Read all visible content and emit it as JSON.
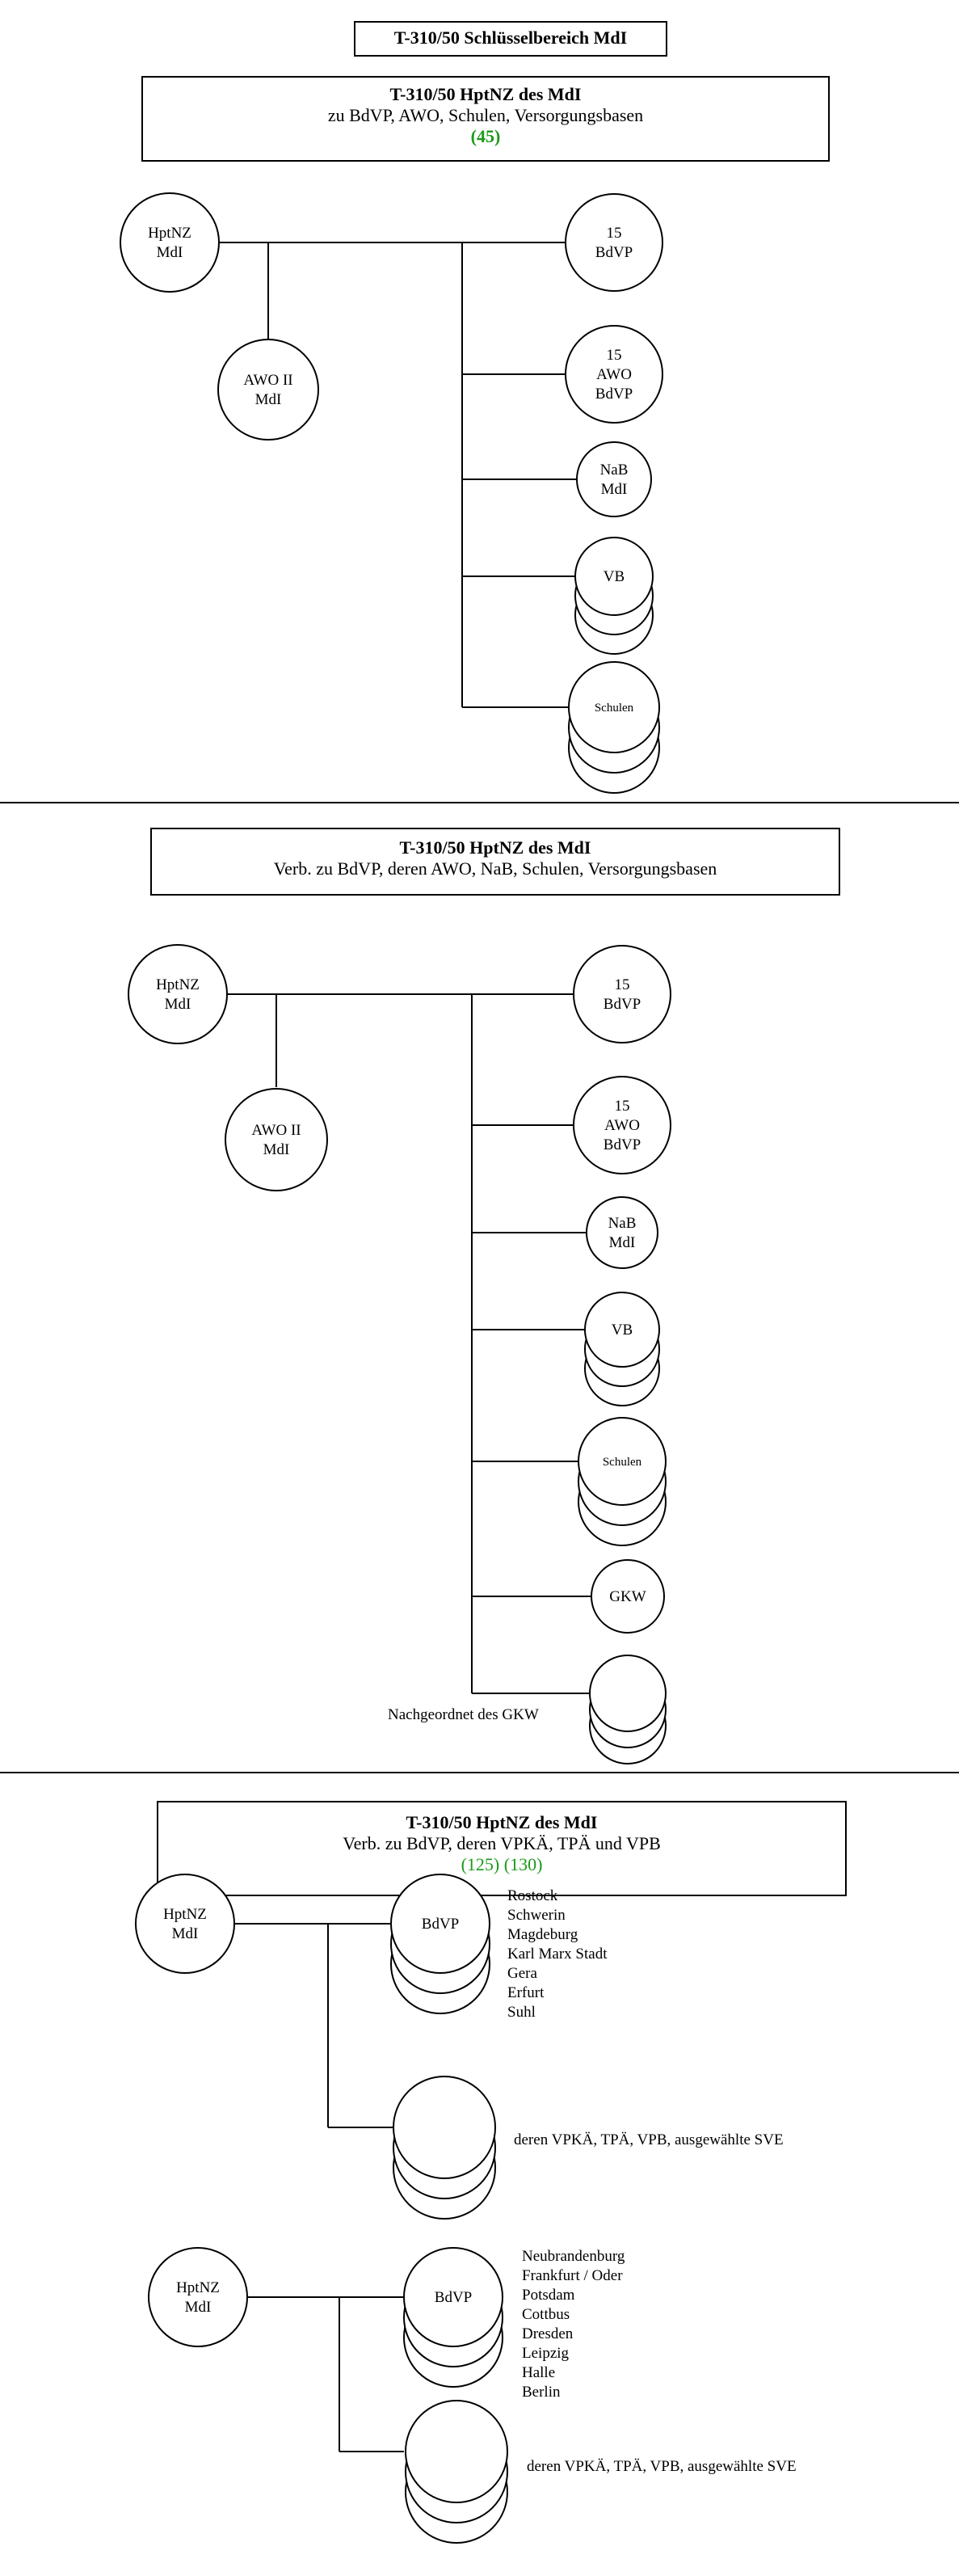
{
  "page_title": "T-310/50 Schlüsselbereich MdI",
  "section1": {
    "header_title": "T-310/50 HptNZ des MdI",
    "header_subtitle": "zu BdVP, AWO, Schulen, Versorgungsbasen",
    "header_count": "(45)",
    "nodes": {
      "hptnz": [
        "HptNZ",
        "MdI"
      ],
      "awo2": [
        "AWO II",
        "MdI"
      ],
      "bdvp": [
        "15",
        "BdVP"
      ],
      "awo_bdvp": [
        "15",
        "AWO",
        "BdVP"
      ],
      "nab": [
        "NaB",
        "MdI"
      ],
      "vb": [
        "VB"
      ],
      "schulen": [
        "Schulen"
      ]
    }
  },
  "section2": {
    "header_title": "T-310/50 HptNZ des MdI",
    "header_subtitle": "Verb. zu BdVP, deren AWO, NaB, Schulen, Versorgungsbasen",
    "nodes": {
      "hptnz": [
        "HptNZ",
        "MdI"
      ],
      "awo2": [
        "AWO II",
        "MdI"
      ],
      "bdvp": [
        "15",
        "BdVP"
      ],
      "awo_bdvp": [
        "15",
        "AWO",
        "BdVP"
      ],
      "nab": [
        "NaB",
        "MdI"
      ],
      "vb": [
        "VB"
      ],
      "schulen": [
        "Schulen"
      ],
      "gkw": [
        "GKW"
      ]
    },
    "nachgeordnet_label": "Nachgeordnet des GKW"
  },
  "section3": {
    "header_title": "T-310/50 HptNZ des MdI",
    "header_subtitle": "Verb. zu BdVP, deren VPKÄ, TPÄ und VPB",
    "header_count": "(125) (130)",
    "group_a": {
      "hptnz": [
        "HptNZ",
        "MdI"
      ],
      "bdvp": "BdVP",
      "cities": [
        "Rostock",
        "Schwerin",
        "Magdeburg",
        "Karl Marx Stadt",
        "Gera",
        "Erfurt",
        "Suhl"
      ],
      "sub_label": "deren VPKÄ, TPÄ, VPB, ausgewählte SVE"
    },
    "group_b": {
      "hptnz": [
        "HptNZ",
        "MdI"
      ],
      "bdvp": "BdVP",
      "cities": [
        "Neubrandenburg",
        "Frankfurt / Oder",
        "Potsdam",
        "Cottbus",
        "Dresden",
        "Leipzig",
        "Halle",
        "Berlin"
      ],
      "sub_label": "deren VPKÄ, TPÄ, VPB, ausgewählte SVE"
    }
  },
  "colors": {
    "green": "#1a9a1a",
    "line": "#000000"
  }
}
